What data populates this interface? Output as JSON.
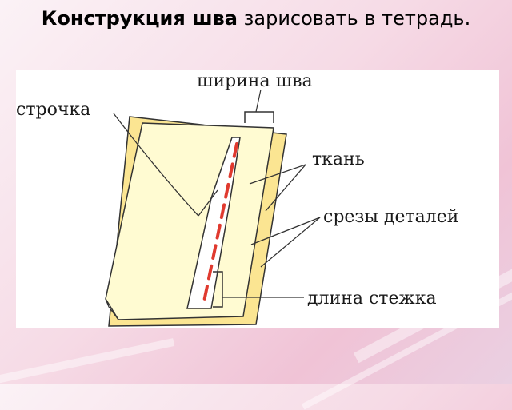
{
  "title": {
    "bold": "Конструкция шва",
    "rest": "зарисовать в тетрадь."
  },
  "diagram": {
    "labels": {
      "seam_width": "ширина шва",
      "stitching": "строчка",
      "fabric": "ткань",
      "raw_edges": "срезы деталей",
      "stitch_length": "длина стежка"
    },
    "colors": {
      "fabric_back": "#fbe592",
      "fabric_front": "#fffbd2",
      "stitch_line": "#e03a2f",
      "outline": "#333333"
    }
  }
}
